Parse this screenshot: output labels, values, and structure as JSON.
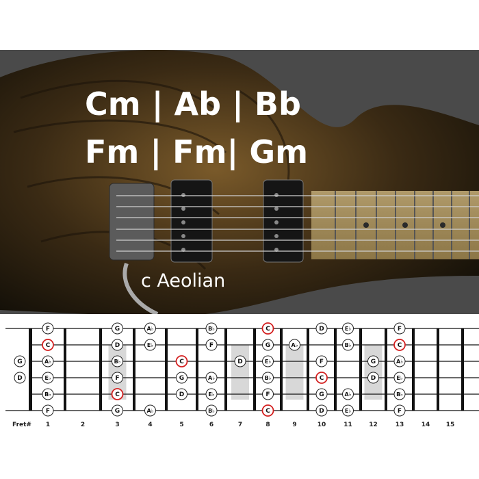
{
  "chords": {
    "line1": "Cm | Ab | Bb",
    "line2": "Fm | Fm| Gm"
  },
  "scale_title": "c Aeolian",
  "fret_label": "Fret#",
  "fret_numbers": [
    "1",
    "2",
    "3",
    "4",
    "5",
    "6",
    "7",
    "8",
    "9",
    "10",
    "11",
    "12",
    "13",
    "14",
    "15"
  ],
  "colors": {
    "hero_bg": "#4a4a4a",
    "root_ring": "#d42020",
    "note_ring": "#222222",
    "fret_bar": "#111111",
    "inlay_marker": "#d8d8d8"
  },
  "inlay_frets": [
    3,
    7,
    9,
    12
  ],
  "open_strings": [
    {
      "string": 3,
      "note": "G",
      "root": false
    },
    {
      "string": 4,
      "note": "D",
      "root": false
    }
  ],
  "notes": [
    {
      "string": 1,
      "fret": 1,
      "note": "F",
      "root": false
    },
    {
      "string": 1,
      "fret": 3,
      "note": "G",
      "root": false
    },
    {
      "string": 1,
      "fret": 4,
      "note": "A♭",
      "root": false
    },
    {
      "string": 1,
      "fret": 6,
      "note": "B♭",
      "root": false
    },
    {
      "string": 1,
      "fret": 8,
      "note": "C",
      "root": true
    },
    {
      "string": 1,
      "fret": 10,
      "note": "D",
      "root": false
    },
    {
      "string": 1,
      "fret": 11,
      "note": "E♭",
      "root": false
    },
    {
      "string": 1,
      "fret": 13,
      "note": "F",
      "root": false
    },
    {
      "string": 2,
      "fret": 1,
      "note": "C",
      "root": true
    },
    {
      "string": 2,
      "fret": 3,
      "note": "D",
      "root": false
    },
    {
      "string": 2,
      "fret": 4,
      "note": "E♭",
      "root": false
    },
    {
      "string": 2,
      "fret": 6,
      "note": "F",
      "root": false
    },
    {
      "string": 2,
      "fret": 8,
      "note": "G",
      "root": false
    },
    {
      "string": 2,
      "fret": 9,
      "note": "A♭",
      "root": false
    },
    {
      "string": 2,
      "fret": 11,
      "note": "B♭",
      "root": false
    },
    {
      "string": 2,
      "fret": 13,
      "note": "C",
      "root": true
    },
    {
      "string": 3,
      "fret": 1,
      "note": "A♭",
      "root": false
    },
    {
      "string": 3,
      "fret": 3,
      "note": "B♭",
      "root": false
    },
    {
      "string": 3,
      "fret": 5,
      "note": "C",
      "root": true
    },
    {
      "string": 3,
      "fret": 7,
      "note": "D",
      "root": false
    },
    {
      "string": 3,
      "fret": 8,
      "note": "E♭",
      "root": false
    },
    {
      "string": 3,
      "fret": 10,
      "note": "F",
      "root": false
    },
    {
      "string": 3,
      "fret": 12,
      "note": "G",
      "root": false
    },
    {
      "string": 3,
      "fret": 13,
      "note": "A♭",
      "root": false
    },
    {
      "string": 4,
      "fret": 1,
      "note": "E♭",
      "root": false
    },
    {
      "string": 4,
      "fret": 3,
      "note": "F",
      "root": false
    },
    {
      "string": 4,
      "fret": 5,
      "note": "G",
      "root": false
    },
    {
      "string": 4,
      "fret": 6,
      "note": "A♭",
      "root": false
    },
    {
      "string": 4,
      "fret": 8,
      "note": "B♭",
      "root": false
    },
    {
      "string": 4,
      "fret": 10,
      "note": "C",
      "root": true
    },
    {
      "string": 4,
      "fret": 12,
      "note": "D",
      "root": false
    },
    {
      "string": 4,
      "fret": 13,
      "note": "E♭",
      "root": false
    },
    {
      "string": 5,
      "fret": 1,
      "note": "B♭",
      "root": false
    },
    {
      "string": 5,
      "fret": 3,
      "note": "C",
      "root": true
    },
    {
      "string": 5,
      "fret": 5,
      "note": "D",
      "root": false
    },
    {
      "string": 5,
      "fret": 6,
      "note": "E♭",
      "root": false
    },
    {
      "string": 5,
      "fret": 8,
      "note": "F",
      "root": false
    },
    {
      "string": 5,
      "fret": 10,
      "note": "G",
      "root": false
    },
    {
      "string": 5,
      "fret": 11,
      "note": "A♭",
      "root": false
    },
    {
      "string": 5,
      "fret": 13,
      "note": "B♭",
      "root": false
    },
    {
      "string": 6,
      "fret": 1,
      "note": "F",
      "root": false
    },
    {
      "string": 6,
      "fret": 3,
      "note": "G",
      "root": false
    },
    {
      "string": 6,
      "fret": 4,
      "note": "A♭",
      "root": false
    },
    {
      "string": 6,
      "fret": 6,
      "note": "B♭",
      "root": false
    },
    {
      "string": 6,
      "fret": 8,
      "note": "C",
      "root": true
    },
    {
      "string": 6,
      "fret": 10,
      "note": "D",
      "root": false
    },
    {
      "string": 6,
      "fret": 11,
      "note": "E♭",
      "root": false
    },
    {
      "string": 6,
      "fret": 13,
      "note": "F",
      "root": false
    }
  ]
}
